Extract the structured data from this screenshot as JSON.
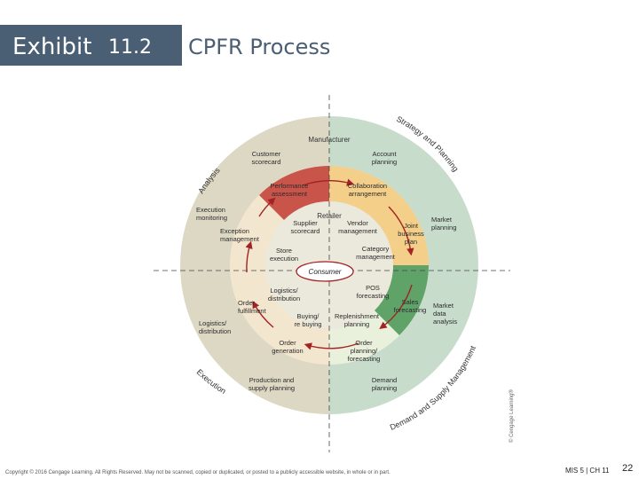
{
  "header": {
    "exhibit_word": "Exhibit",
    "exhibit_number": "11.2",
    "title": "CPFR Process"
  },
  "diagram": {
    "colors": {
      "outer_ring_left": "#dcd8c4",
      "outer_ring_right": "#c8dccb",
      "middle_ring_left": "#f3e6cf",
      "middle_ring_right": "#e9f0dc",
      "inner_ring": "#ebe8dc",
      "performance_segment": "#c9544a",
      "collaboration_segment": "#f3cf8a",
      "sales_segment": "#5fa369",
      "arrow": "#a32224",
      "divider": "#444444"
    },
    "outer_labels": {
      "analysis": "Analysis",
      "strategy_planning": "Strategy and Planning",
      "demand_supply": "Demand and Supply Management",
      "execution": "Execution"
    },
    "manufacturer": "Manufacturer",
    "retailer": "Retailer",
    "consumer": "Consumer",
    "outer_ring": {
      "customer_scorecard": [
        "Customer",
        "scorecard"
      ],
      "account_planning": [
        "Account",
        "planning"
      ],
      "execution_monitoring": [
        "Execution",
        "monitoring"
      ],
      "market_planning": [
        "Market",
        "planning"
      ],
      "logistics_distribution": [
        "Logistics/",
        "distribution"
      ],
      "market_data_analysis": [
        "Market",
        "data",
        "analysis"
      ],
      "production_supply_planning": [
        "Production and",
        "supply planning"
      ],
      "demand_planning": [
        "Demand",
        "planning"
      ]
    },
    "middle_ring": {
      "performance_assessment": [
        "Performance",
        "assessment"
      ],
      "collaboration_arrangement": [
        "Collaboration",
        "arrangement"
      ],
      "exception_management": [
        "Exception",
        "management"
      ],
      "joint_business_plan": [
        "Joint",
        "business",
        "plan"
      ],
      "order_fulfillment": [
        "Order",
        "fulfillment"
      ],
      "sales_forecasting": [
        "Sales",
        "forecasting"
      ],
      "order_generation": [
        "Order",
        "generation"
      ],
      "order_planning_forecasting": [
        "Order",
        "planning/",
        "forecasting"
      ]
    },
    "inner_ring": {
      "supplier_scorecard": [
        "Supplier",
        "scorecard"
      ],
      "vendor_management": [
        "Vendor",
        "management"
      ],
      "store_execution": [
        "Store",
        "execution"
      ],
      "category_management": [
        "Category",
        "management"
      ],
      "logistics_distribution": [
        "Logistics/",
        "distribution"
      ],
      "pos_forecasting": [
        "POS",
        "forecasting"
      ],
      "buying_re_buying": [
        "Buying/",
        "re buying"
      ],
      "replenishment_planning": [
        "Replenishment",
        "planning"
      ]
    },
    "side_credit": "© Cengage Learning®"
  },
  "footer": {
    "copyright": "Copyright © 2016 Cengage Learning. All Rights Reserved. May not be scanned, copied or duplicated, or posted to a publicly accessible website, in whole or in part.",
    "course": "MIS 5 | CH 11",
    "page": "22"
  }
}
